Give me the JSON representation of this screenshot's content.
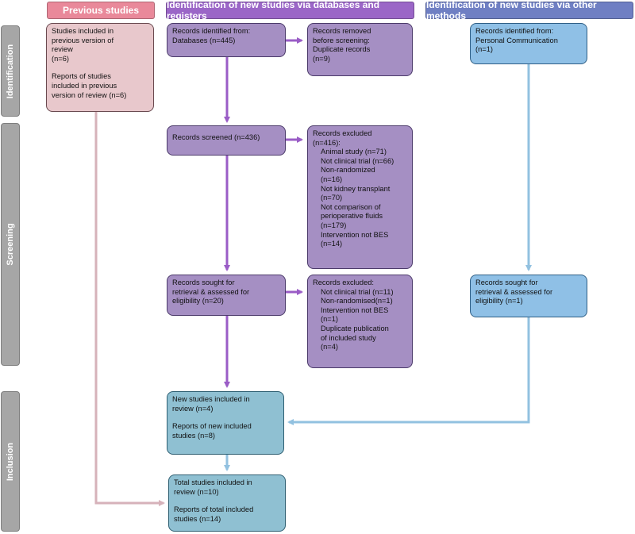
{
  "colors": {
    "previous_header": "#e9899a",
    "databases_header": "#9b66c7",
    "other_header": "#6f7fc3",
    "purple_box": "#a58fc3",
    "pink_box": "#e8c8cc",
    "blue_box": "#8fc0e6",
    "teal_box": "#8fc0d2",
    "purple_arrow": "#9a5cc6",
    "pink_arrow": "#d6b2ba",
    "blue_arrow": "#92c1e0"
  },
  "headers": {
    "previous": "Previous studies",
    "databases": "Identification of new studies via databases and registers",
    "other": "Identification of new studies via other methods"
  },
  "stages": {
    "identification": "Identification",
    "screening": "Screening",
    "inclusion": "Inclusion"
  },
  "previous": {
    "studies": "Studies included in\nprevious version of\nreview\n(n=6)",
    "reports": "Reports of studies\nincluded in previous\nversion of review (n=6)"
  },
  "databases": {
    "identified": "Records identified from:\n  Databases (n=445)",
    "removed_title": "Records removed\nbefore screening:",
    "removed_detail": "  Duplicate records\n(n=9)",
    "screened": "Records screened (n=436)",
    "excluded_title": "Records excluded\n(n=416):",
    "excluded_items": [
      "Animal study (n=71)",
      "Not clinical trial (n=66)",
      "Non-randomized\n(n=16)",
      "Not kidney transplant\n(n=70)",
      "Not comparison of\nperioperative fluids\n(n=179)",
      "Intervention not BES\n(n=14)"
    ],
    "sought": "Records sought for\nretrieval & assessed for\neligibility (n=20)",
    "excluded2_title": "Records excluded:",
    "excluded2_items": [
      "Not clinical trial (n=11)",
      "Non-randomised(n=1)",
      "Intervention not BES\n(n=1)",
      "Duplicate publication\nof included study\n(n=4)"
    ]
  },
  "other": {
    "identified": "Records identified from:\n  Personal Communication\n(n=1)",
    "sought": "Records sought for\nretrieval & assessed for\neligibility (n=1)"
  },
  "inclusion": {
    "new_studies": "New studies included in\nreview (n=4)",
    "new_reports": "Reports of new included\nstudies (n=8)",
    "total_studies": "Total studies included in\nreview (n=10)",
    "total_reports": "Reports of total included\nstudies (n=14)"
  }
}
